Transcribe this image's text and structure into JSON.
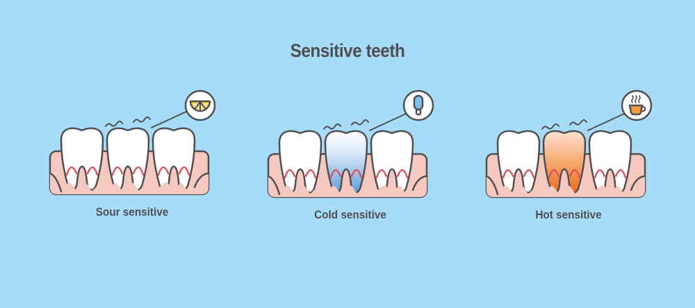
{
  "title": "Sensitive teeth",
  "panels": [
    {
      "caption": "Sour sensitive",
      "icon": "lemon-slice-icon",
      "affected_tooth": "none"
    },
    {
      "caption": "Cold sensitive",
      "icon": "popsicle-icon",
      "affected_tooth": "middle",
      "tint": "#6fa9df"
    },
    {
      "caption": "Hot sensitive",
      "icon": "coffee-cup-icon",
      "affected_tooth": "middle",
      "tint": "#f07a2a"
    }
  ],
  "colors": {
    "background": "#a6dcf8",
    "outline": "#4f4f51",
    "gum": "#f6c9c0",
    "tooth": "#ffffff"
  }
}
